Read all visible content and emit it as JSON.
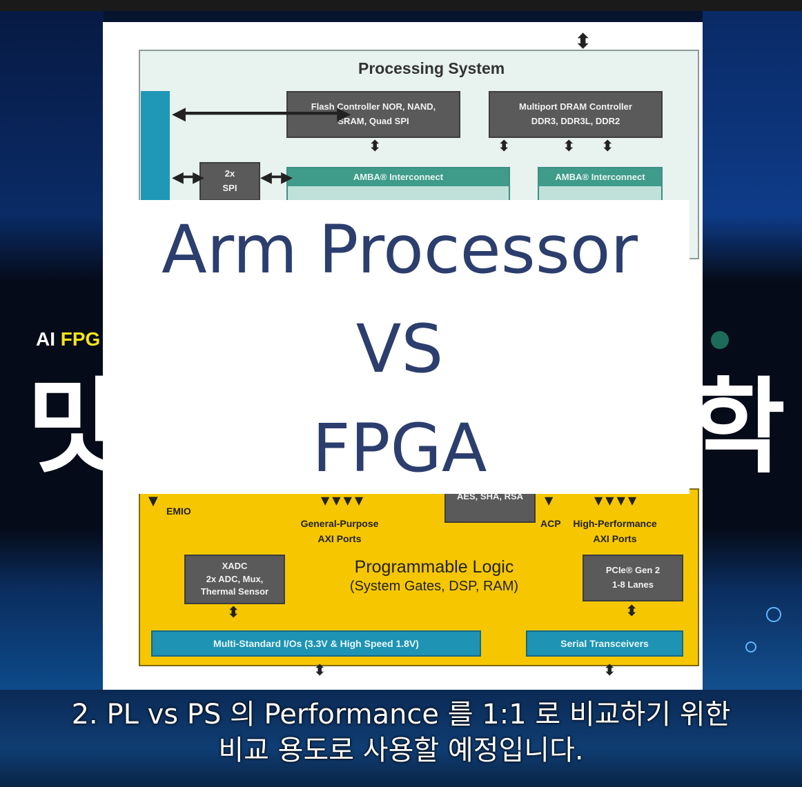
{
  "background": {
    "side_label_prefix": "AI ",
    "side_label_highlight": "FPG",
    "side_big_left": "맛",
    "side_big_right": "학"
  },
  "diagram": {
    "processing_system_title": "Processing System",
    "flash_controller": [
      "Flash Controller NOR, NAND,",
      "SRAM, Quad SPI"
    ],
    "dram_controller": [
      "Multiport DRAM Controller",
      "DDR3, DDR3L, DDR2"
    ],
    "spi": [
      "2x",
      "SPI"
    ],
    "amba_left": "AMBA® Interconnect",
    "amba_right": "AMBA® Interconnect",
    "emio": "EMIO",
    "aes_box": "AES, SHA, RSA",
    "gp_axi": [
      "General-Purpose",
      "AXI Ports"
    ],
    "acp": "ACP",
    "hp_axi": [
      "High-Performance",
      "AXI Ports"
    ],
    "xadc": [
      "XADC",
      "2x ADC, Mux,",
      "Thermal Sensor"
    ],
    "pl_title": "Programmable Logic",
    "pl_subtitle": "(System Gates, DSP, RAM)",
    "pcie": [
      "PCIe® Gen 2",
      "1-8 Lanes"
    ],
    "io_bar": "Multi-Standard I/Os (3.3V & High Speed 1.8V)",
    "serial_bar": "Serial Transceivers"
  },
  "overlay": {
    "line1": "Arm Processor",
    "line2": "VS",
    "line3": "FPGA"
  },
  "subtitle": {
    "line1": "2. PL vs PS 의 Performance 를 1:1 로 비교하기 위한",
    "line2": "비교 용도로 사용할 예정입니다."
  },
  "colors": {
    "overlay_text": "#2c3e6e",
    "pl_yellow": "#f6c700",
    "ps_background": "#e8f2ef",
    "transceiver_blue": "#1f93b3",
    "highlight_yellow": "#f3e41a"
  }
}
